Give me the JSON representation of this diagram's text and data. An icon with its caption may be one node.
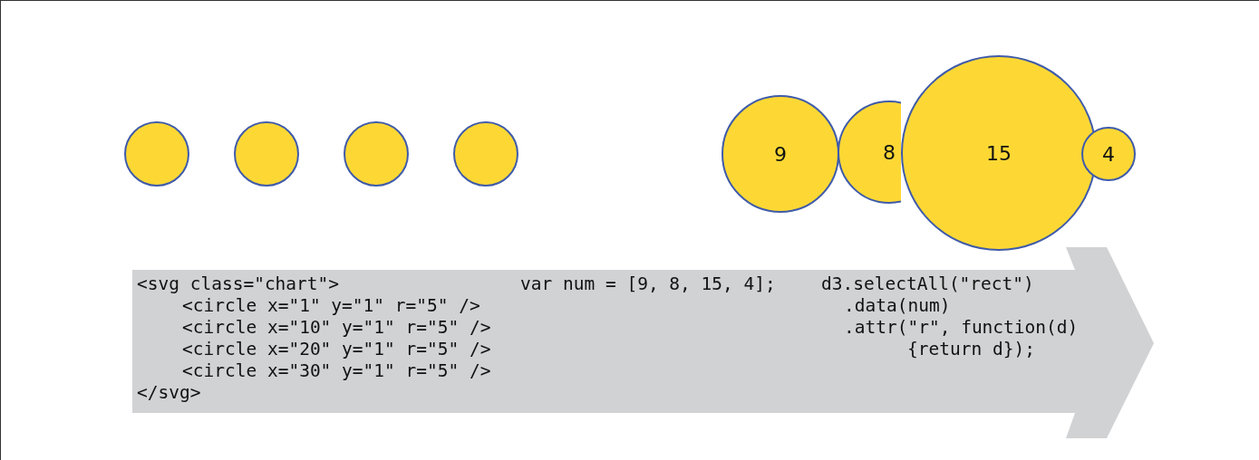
{
  "diagram": {
    "nodes": [
      {
        "text": [],
        "shape": "circle"
      },
      {
        "text": [],
        "shape": "circle"
      },
      {
        "text": [],
        "shape": "circle"
      },
      {
        "text": [],
        "shape": "circle"
      },
      {
        "text": [
          "9"
        ]
      },
      {
        "text": [
          "8"
        ]
      },
      {
        "text": [
          "15"
        ]
      },
      {
        "text": [
          "4"
        ]
      }
    ],
    "edges": [],
    "labels": [
      "<svg class=\"chart\">",
      "<circle x=\"1\" y=\"1\" r=\"5\" />",
      "<circle x=\"10\" y=\"1\" r=\"5\" />",
      "<circle x=\"20\" y=\"1\" r=\"5\" />",
      "<circle x=\"30\" y=\"1\" r=\"5\" />",
      "</svg>",
      "var num = [9, 8, 15, 4];",
      "d3.selectAll(\"rect\")",
      ".data(num)",
      ".attr(\"r\", function(d)",
      "{return d});"
    ]
  }
}
